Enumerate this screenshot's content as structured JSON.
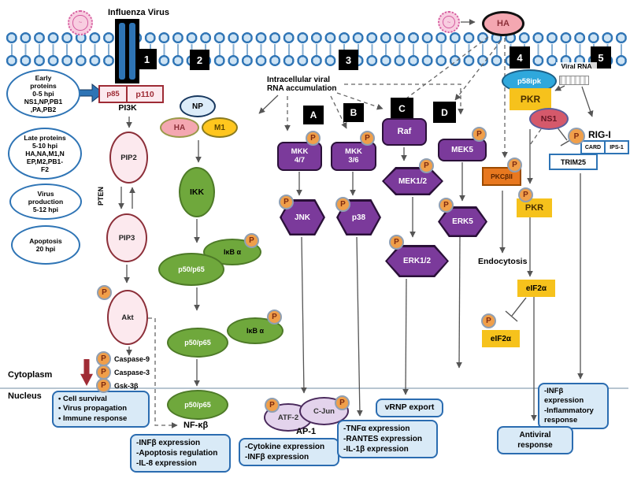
{
  "membrane": {
    "title": "Influenza Virus",
    "sites": [
      "1",
      "2",
      "3",
      "4",
      "5"
    ],
    "viral_rna_label": "Viral RNA"
  },
  "timeline": {
    "early": [
      "Early",
      "proteins",
      "0-5 hpi",
      "NS1,NP,PB1",
      ",PA,PB2"
    ],
    "late": [
      "Late proteins",
      "5-10  hpi",
      "HA,NA,M1,N",
      "EP,M2,PB1-",
      "F2"
    ],
    "virus_production": [
      "Virus",
      "production",
      "5-12 hpi"
    ],
    "apoptosis": [
      "Apoptosis",
      "20 hpi"
    ]
  },
  "pi3k_axis": {
    "p85": "p85",
    "p110": "p110",
    "pi3k": "PI3K",
    "pip2": "PIP2",
    "pip3": "PIP3",
    "pten": "PTEN",
    "akt": "Akt",
    "caspase9": "Caspase-9",
    "caspase3": "Caspase-3",
    "gsk3b": "Gsk-3β"
  },
  "nfkb_axis": {
    "np": "NP",
    "ha": "HA",
    "m1": "M1",
    "ikk": "IKK",
    "p50_cytoplasm1": "p50/p65",
    "ikba1": "IκB α",
    "p50_cytoplasm2": "p50/p65",
    "ikba2": "IκB α",
    "p50_nucleus": "p50/p65",
    "nfkb": "NF-κβ"
  },
  "mapk_axis": {
    "trigger": [
      "Intracellular viral",
      "RNA accumulation"
    ],
    "branch_a": "A",
    "branch_b": "B",
    "branch_c": "C",
    "branch_d": "D",
    "mkk47": [
      "MKK",
      "4/7"
    ],
    "mkk36": [
      "MKK",
      "3/6"
    ],
    "raf": "Raf",
    "mek5": "MEK5",
    "jnk": "JNK",
    "p38": "p38",
    "mek12": "MEK1/2",
    "erk12": "ERK1/2",
    "erk5": "ERK5"
  },
  "pkr_axis": {
    "ha": "HA",
    "p58ipk": "p58ipk",
    "pkr_upper": "PKR",
    "ns1": "NS1",
    "rigi": "RIG-I",
    "card": "CARD",
    "ips1": "IPS-1",
    "trim25": "TRIM25",
    "pkcbii": "PKCβII",
    "pkr_lower": "PKR",
    "endocytosis": "Endocytosis",
    "eif2a": "eIF2α",
    "eif2a_p": "eIF2α"
  },
  "compartments": {
    "cytoplasm": "Cytoplasm",
    "nucleus": "Nucleus"
  },
  "outcomes": {
    "cell_survival": [
      "• Cell survival",
      "• Virus propagation",
      "• Immune response"
    ],
    "nfkb_targets": [
      "-INFβ expression",
      "-Apoptosis regulation",
      "-IL-8  expression"
    ],
    "ap1_targets": [
      "-Cytokine expression",
      "-INFβ expression"
    ],
    "p38_targets": [
      "-TNFα expression",
      "-RANTES  expression",
      "-IL-1β expression"
    ],
    "vrnp": "vRNP export",
    "rigi_targets": [
      "-INFβ expression",
      "-Inflammatory",
      "  response"
    ],
    "antiviral": "Antiviral response",
    "atf2": "ATF-2",
    "cjun": "C-Jun",
    "ap1": "AP-1"
  },
  "phospho": "P"
}
